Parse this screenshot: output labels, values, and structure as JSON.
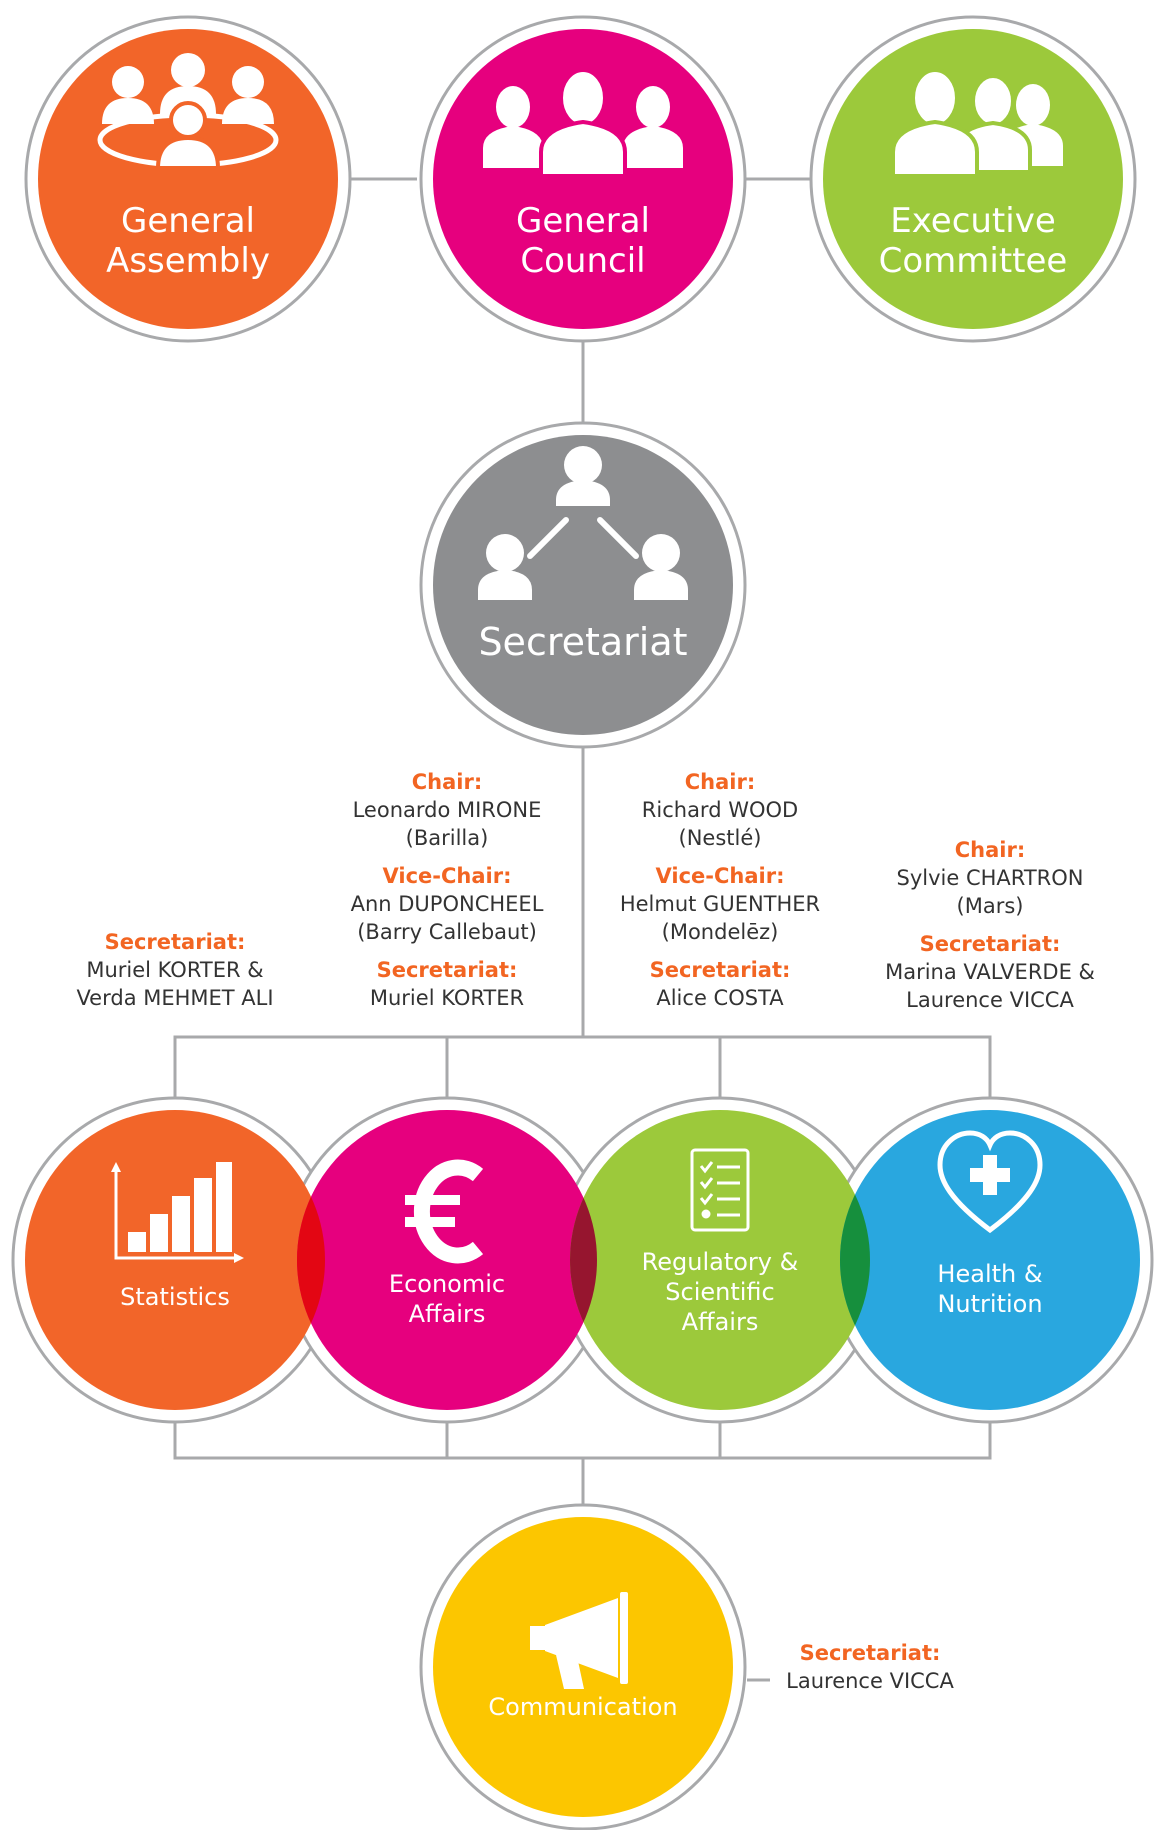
{
  "colors": {
    "orange": "#f26529",
    "magenta": "#e6007e",
    "green": "#9cc93b",
    "gray": "#8d8e90",
    "blue": "#29a7df",
    "yellow": "#fcc600",
    "ring": "#a8a9ab",
    "label_orange": "#f26522"
  },
  "top_bodies": [
    {
      "line1": "General",
      "line2": "Assembly",
      "icon": "assembly-icon"
    },
    {
      "line1": "General",
      "line2": "Council",
      "icon": "council-icon"
    },
    {
      "line1": "Executive",
      "line2": "Committee",
      "icon": "committee-icon"
    }
  ],
  "secretariat": {
    "label": "Secretariat",
    "icon": "network-icon"
  },
  "committees": [
    {
      "label_lines": [
        "Statistics"
      ],
      "icon": "bar-chart-icon",
      "people": [
        {
          "role": "Secretariat:",
          "name": "Muriel KORTER &",
          "org": "Verda MEHMET ALI"
        }
      ]
    },
    {
      "label_lines": [
        "Economic",
        "Affairs"
      ],
      "icon": "euro-icon",
      "people": [
        {
          "role": "Chair:",
          "name": "Leonardo MIRONE",
          "org": "(Barilla)"
        },
        {
          "role": "Vice-Chair:",
          "name": "Ann DUPONCHEEL",
          "org": "(Barry Callebaut)"
        },
        {
          "role": "Secretariat:",
          "name": "Muriel KORTER",
          "org": ""
        }
      ]
    },
    {
      "label_lines": [
        "Regulatory &",
        "Scientific",
        "Affairs"
      ],
      "icon": "checklist-icon",
      "people": [
        {
          "role": "Chair:",
          "name": "Richard WOOD",
          "org": "(Nestlé)"
        },
        {
          "role": "Vice-Chair:",
          "name": "Helmut GUENTHER",
          "org": "(Mondelēz)"
        },
        {
          "role": "Secretariat:",
          "name": "Alice COSTA",
          "org": ""
        }
      ]
    },
    {
      "label_lines": [
        "Health &",
        "Nutrition"
      ],
      "icon": "heart-cross-icon",
      "people": [
        {
          "role": "Chair:",
          "name": "Sylvie CHARTRON",
          "org": "(Mars)"
        },
        {
          "role": "Secretariat:",
          "name": "Marina VALVERDE &",
          "org": "Laurence VICCA"
        }
      ]
    }
  ],
  "communication": {
    "label": "Communication",
    "icon": "megaphone-icon",
    "people": [
      {
        "role": "Secretariat:",
        "name": "Laurence VICCA",
        "org": ""
      }
    ]
  }
}
